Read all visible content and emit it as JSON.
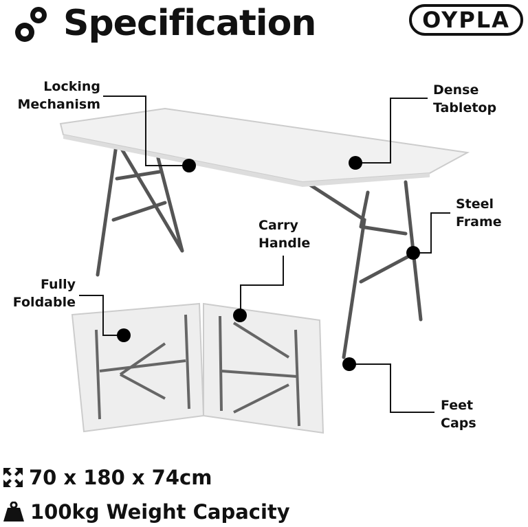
{
  "header": {
    "title": "Specification",
    "icon": "gears-icon",
    "brand": "OYPLA"
  },
  "callouts": {
    "locking": "Locking\nMechanism",
    "tabletop": "Dense\nTabletop",
    "frame": "Steel\nFrame",
    "handle": "Carry\nHandle",
    "foldable": "Fully\nFoldable",
    "feet": "Feet\nCaps"
  },
  "specs": {
    "dimensions": "70 x 180 x 74cm",
    "dimensions_icon": "expand-arrows-icon",
    "capacity": "100kg Weight Capacity",
    "capacity_icon": "weight-icon"
  }
}
